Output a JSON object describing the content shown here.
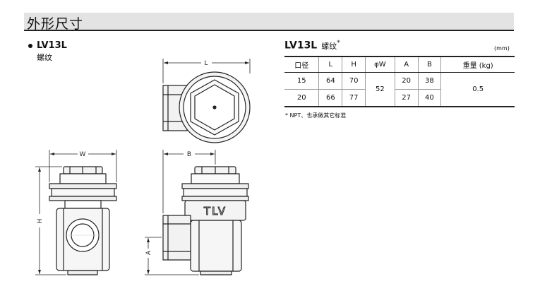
{
  "section_title": "外形尺寸",
  "model": {
    "name": "LV13L",
    "connection": "螺纹"
  },
  "drawing_labels": {
    "L": "L",
    "W": "W",
    "B": "B",
    "H": "H",
    "A": "A",
    "brand": "TLV"
  },
  "table": {
    "title": "LV13L",
    "subtitle": "螺纹",
    "star": "*",
    "unit": "(mm)",
    "headers": [
      "口径",
      "L",
      "H",
      "φW",
      "A",
      "B",
      "重量 (kg)"
    ],
    "rows": [
      {
        "size": "15",
        "L": "64",
        "H": "70",
        "A": "20",
        "B": "38"
      },
      {
        "size": "20",
        "L": "66",
        "H": "77",
        "A": "27",
        "B": "40"
      }
    ],
    "W_shared": "52",
    "weight_shared": "0.5",
    "footnote": "* NPT、也承做其它标准"
  }
}
